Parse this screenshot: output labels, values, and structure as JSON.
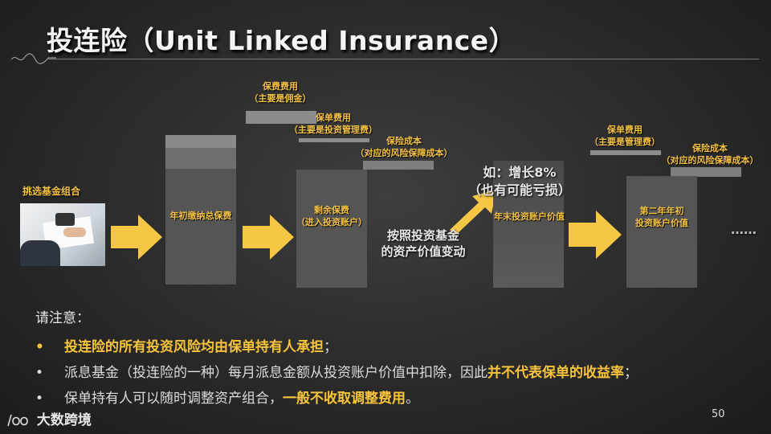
{
  "title": "投连险（Unit Linked Insurance）",
  "labels": {
    "pick_fund": "挑选基金组合",
    "initial_premium": "年初缴纳总保费",
    "premium_fee": [
      "保费费用",
      "（主要是佣金）"
    ],
    "policy_fee_1": [
      "保单费用",
      "（主要是投资管理费）"
    ],
    "insurance_cost_1": [
      "保险成本",
      "（对应的风险保障成本）"
    ],
    "remaining_premium": [
      "剩余保费",
      "（进入投资账户）"
    ],
    "value_change": [
      "按照投资基金",
      "的资产价值变动"
    ],
    "growth": [
      "如：增长8%",
      "（也有可能亏损）"
    ],
    "year_end_value": "年末投资账户价值",
    "policy_fee_2": [
      "保单费用",
      "（主要是管理费）"
    ],
    "insurance_cost_2": [
      "保险成本",
      "（对应的风险保障成本）"
    ],
    "second_year": [
      "第二年年初",
      "投资账户价值"
    ],
    "ellipsis": "……"
  },
  "notes": {
    "heading": "请注意：",
    "items": [
      {
        "parts": [
          {
            "text": "投连险的所有投资风险均由保单持有人承担",
            "hl": true
          },
          {
            "text": "；",
            "hl": false
          }
        ]
      },
      {
        "parts": [
          {
            "text": "派息基金（投连险的一种）每月派息金额从投资账户价值中扣除，因此",
            "hl": false
          },
          {
            "text": "并不代表保单的收益率",
            "hl": true
          },
          {
            "text": "；",
            "hl": false
          }
        ]
      },
      {
        "parts": [
          {
            "text": "保单持有人可以随时调整资产组合，",
            "hl": false
          },
          {
            "text": "一般不收取调整费用",
            "hl": true
          },
          {
            "text": "。",
            "hl": false
          }
        ]
      }
    ]
  },
  "bullet": "•",
  "page_number": "50",
  "logo_text": "大数跨境",
  "colors": {
    "accent": "#f7c43c",
    "arrow": "#f6c744",
    "bar": "#555555"
  }
}
